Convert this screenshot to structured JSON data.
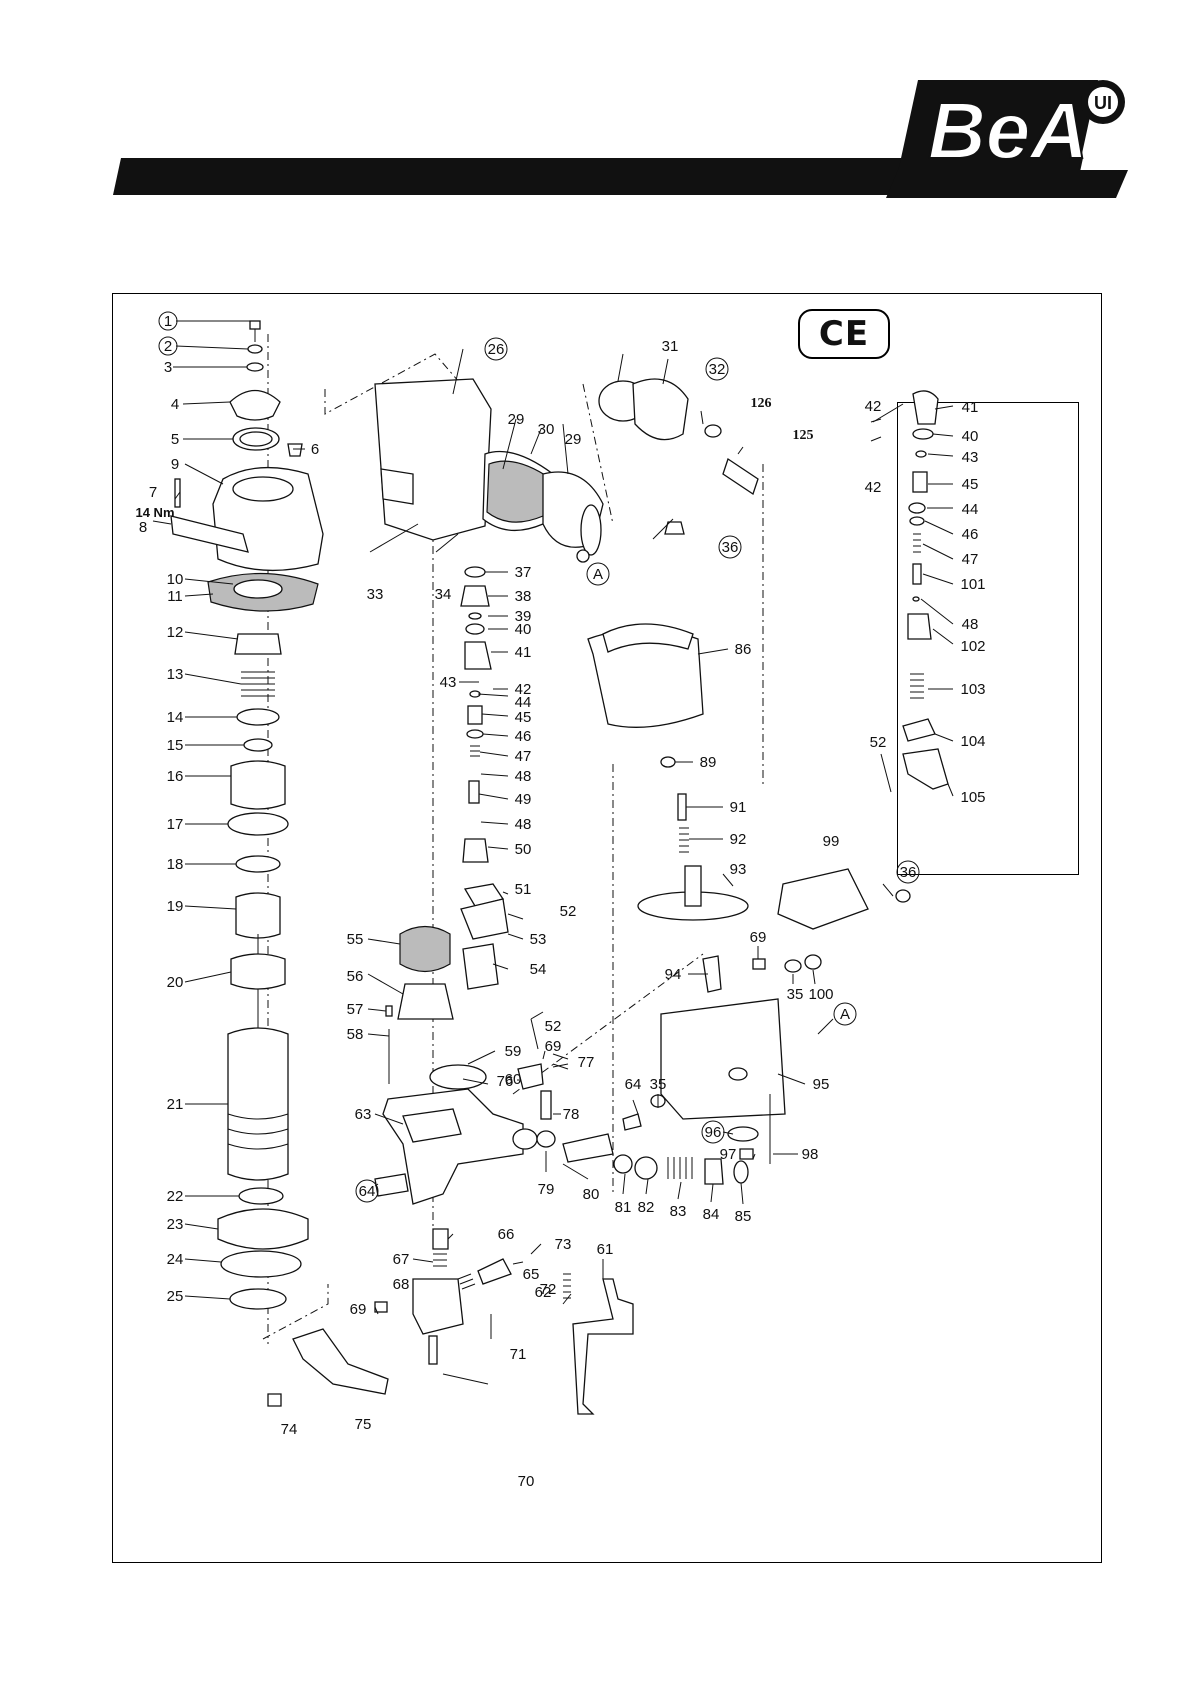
{
  "brand": {
    "name": "BeA",
    "badge": "UI"
  },
  "ce_mark": "CE",
  "torque_note": "14 Nm",
  "reference_marker": "A",
  "callouts": {
    "c1": "1",
    "c2": "2",
    "c3": "3",
    "c4": "4",
    "c5": "5",
    "c6": "6",
    "c7": "7",
    "c8": "8",
    "c9": "9",
    "c10": "10",
    "c11": "11",
    "c12": "12",
    "c13": "13",
    "c14": "14",
    "c15": "15",
    "c16": "16",
    "c17": "17",
    "c18": "18",
    "c19": "19",
    "c20": "20",
    "c21": "21",
    "c22": "22",
    "c23": "23",
    "c24": "24",
    "c25": "25",
    "c26": "26",
    "c29": "29",
    "c30": "30",
    "c31": "31",
    "c32": "32",
    "c33": "33",
    "c34": "34",
    "c35": "35",
    "c36": "36",
    "c37": "37",
    "c38": "38",
    "c39": "39",
    "c40": "40",
    "c41": "41",
    "c42": "42",
    "c43": "43",
    "c44": "44",
    "c45": "45",
    "c46": "46",
    "c47": "47",
    "c48": "48",
    "c49": "49",
    "c50": "50",
    "c51": "51",
    "c52": "52",
    "c53": "53",
    "c54": "54",
    "c55": "55",
    "c56": "56",
    "c57": "57",
    "c58": "58",
    "c59": "59",
    "c60": "60",
    "c61": "61",
    "c62": "62",
    "c63": "63",
    "c64": "64",
    "c65": "65",
    "c66": "66",
    "c67": "67",
    "c68": "68",
    "c69": "69",
    "c70": "70",
    "c71": "71",
    "c72": "72",
    "c73": "73",
    "c74": "74",
    "c75": "75",
    "c76": "76",
    "c77": "77",
    "c78": "78",
    "c79": "79",
    "c80": "80",
    "c81": "81",
    "c82": "82",
    "c83": "83",
    "c84": "84",
    "c85": "85",
    "c86": "86",
    "c89": "89",
    "c91": "91",
    "c92": "92",
    "c93": "93",
    "c94": "94",
    "c95": "95",
    "c96": "96",
    "c97": "97",
    "c98": "98",
    "c99": "99",
    "c100": "100",
    "c101": "101",
    "c102": "102",
    "c103": "103",
    "c104": "104",
    "c105": "105",
    "c125": "125",
    "c126": "126"
  }
}
